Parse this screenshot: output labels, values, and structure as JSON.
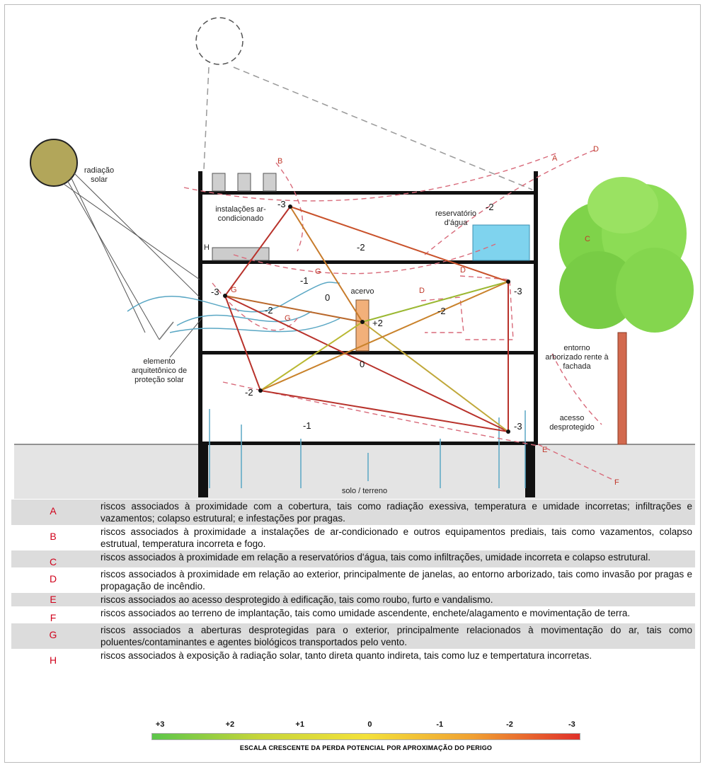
{
  "diagram": {
    "labels": {
      "radiacao": "radiação solar",
      "instalacoes": "instalações ar-condicionado",
      "reservatorio": "reservatório d'água",
      "acervo": "acervo",
      "elemento": "elemento arquitetônico de proteção solar",
      "entorno": "entorno arborizado rente à fachada",
      "acesso": "acesso desprotegido",
      "solo": "solo / terreno"
    },
    "values": {
      "top_left": "-3",
      "roof_right": "-2",
      "ceiling_mid": "-2",
      "left_mid": "-3",
      "right_mid": "-3",
      "window_right": "-2",
      "g_arrow": "-1",
      "left_inner": "-2",
      "near_acervo": "0",
      "acervo": "+2",
      "floor_mid": "0",
      "bottom_left": "-2",
      "ground_mid": "-1",
      "bottom_right": "-3"
    },
    "letters": [
      "A",
      "B",
      "C",
      "D",
      "E",
      "F",
      "G",
      "H"
    ]
  },
  "legend": [
    {
      "letter": "A",
      "text": "riscos associados à proximidade com a cobertura, tais como radiação exessiva, temperatura e umidade incorretas; infiltrações e vazamentos; colapso estrutural; e infestações por pragas."
    },
    {
      "letter": "B",
      "text": "riscos associados à proximidade a instalações de ar-condicionado e outros equipamentos prediais, tais como vazamentos, colapso estrutual, temperatura incorreta e fogo."
    },
    {
      "letter": "C",
      "text": "riscos associados à proximidade em relação a reservatórios d'água, tais como infiltrações, umidade incorreta e colapso estrutural."
    },
    {
      "letter": "D",
      "text": "riscos associados à proximidade em relação ao exterior, principalmente de janelas, ao entorno arborizado, tais como invasão por pragas e propagação de incêndio."
    },
    {
      "letter": "E",
      "text": "riscos associados ao acesso desprotegido à edificação, tais como roubo, furto e vandalismo."
    },
    {
      "letter": "F",
      "text": "riscos associados ao terreno de implantação, tais como umidade ascendente, enchete/alagamento e movimentação de terra."
    },
    {
      "letter": "G",
      "text": "riscos associados a aberturas desprotegidas para o exterior, principalmente relacionados à movimentação do ar, tais como poluentes/contaminantes e agentes biológicos transportados pelo vento."
    },
    {
      "letter": "H",
      "text": "riscos associados à exposição à radiação solar, tanto direta quanto indireta, tais como luz e tempertatura incorretas."
    }
  ],
  "scale": {
    "ticks": [
      "+3",
      "+2",
      "+1",
      "0",
      "-1",
      "-2",
      "-3"
    ],
    "title": "ESCALA CRESCENTE DA PERDA POTENCIAL POR APROXIMAÇÃO DO PERIGO",
    "colors": {
      "low": "#5cc64a",
      "mid": "#f3e13a",
      "high": "#e0302a"
    }
  }
}
